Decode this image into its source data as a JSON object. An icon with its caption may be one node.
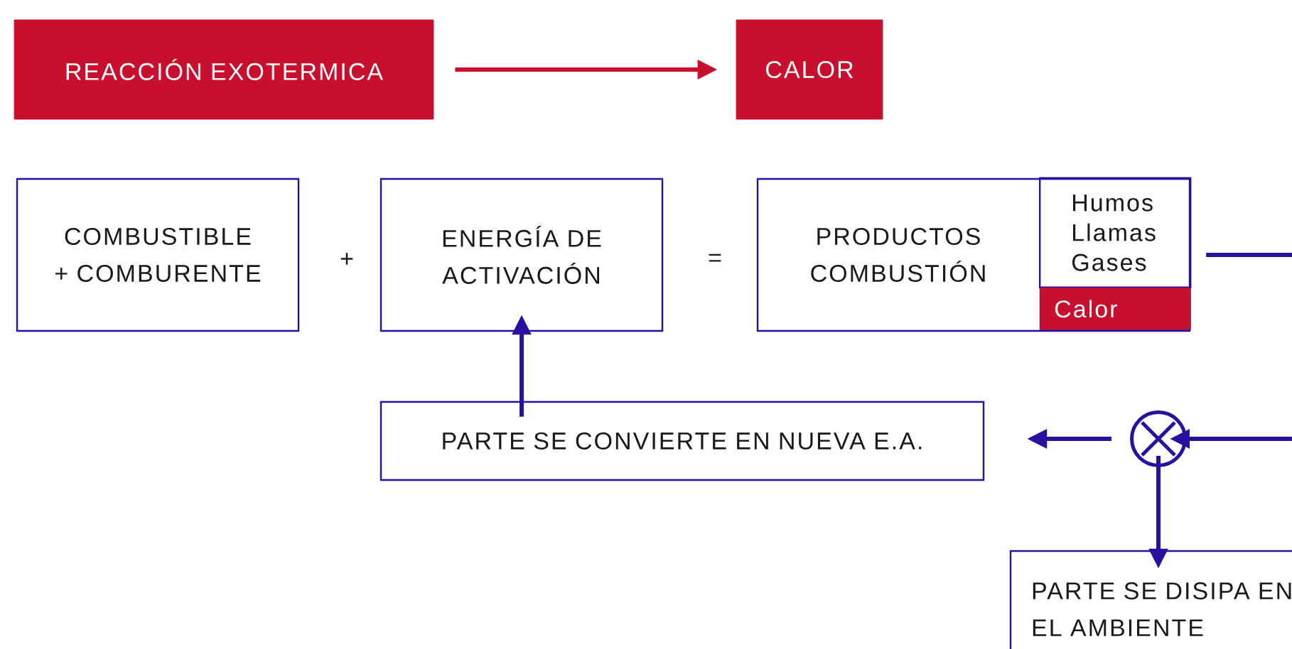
{
  "diagram": {
    "nodes": [
      {
        "text": [
          "REACCIÓN EXOTERMICA"
        ]
      },
      {
        "text": [
          "CALOR"
        ]
      },
      {
        "text": [
          "COMBUSTIBLE + COMBURENTE"
        ]
      },
      {
        "text": [
          "ENERGÍA DE ACTIVACIÓN"
        ]
      },
      {
        "text": [
          "PRODUCTOS COMBUSTIÓN"
        ]
      },
      {
        "text": [
          "Humos Llamas Gases"
        ],
        "in": 4
      },
      {
        "text": [
          "Calor"
        ],
        "in": 4
      },
      {
        "text": [
          "PARTE SE CONVIERTE EN NUEVA E.A."
        ]
      },
      {
        "text": [],
        "shape": "circle"
      },
      {
        "text": [
          "PARTE SE DISIPA EN EL AMBIENTE"
        ]
      }
    ],
    "edges": [
      {
        "from": 0,
        "to": 1,
        "arrow": "to",
        "color": "#c8102e"
      },
      {
        "from": 7,
        "to": 3,
        "arrow": "to"
      },
      {
        "from": 4,
        "to": null,
        "arrow": "none"
      },
      {
        "from": null,
        "to": 8,
        "arrow": "to"
      },
      {
        "from": 8,
        "to": 7,
        "arrow": "to"
      },
      {
        "from": 8,
        "to": 9,
        "arrow": "to"
      }
    ],
    "labels": [
      "+",
      "="
    ]
  }
}
